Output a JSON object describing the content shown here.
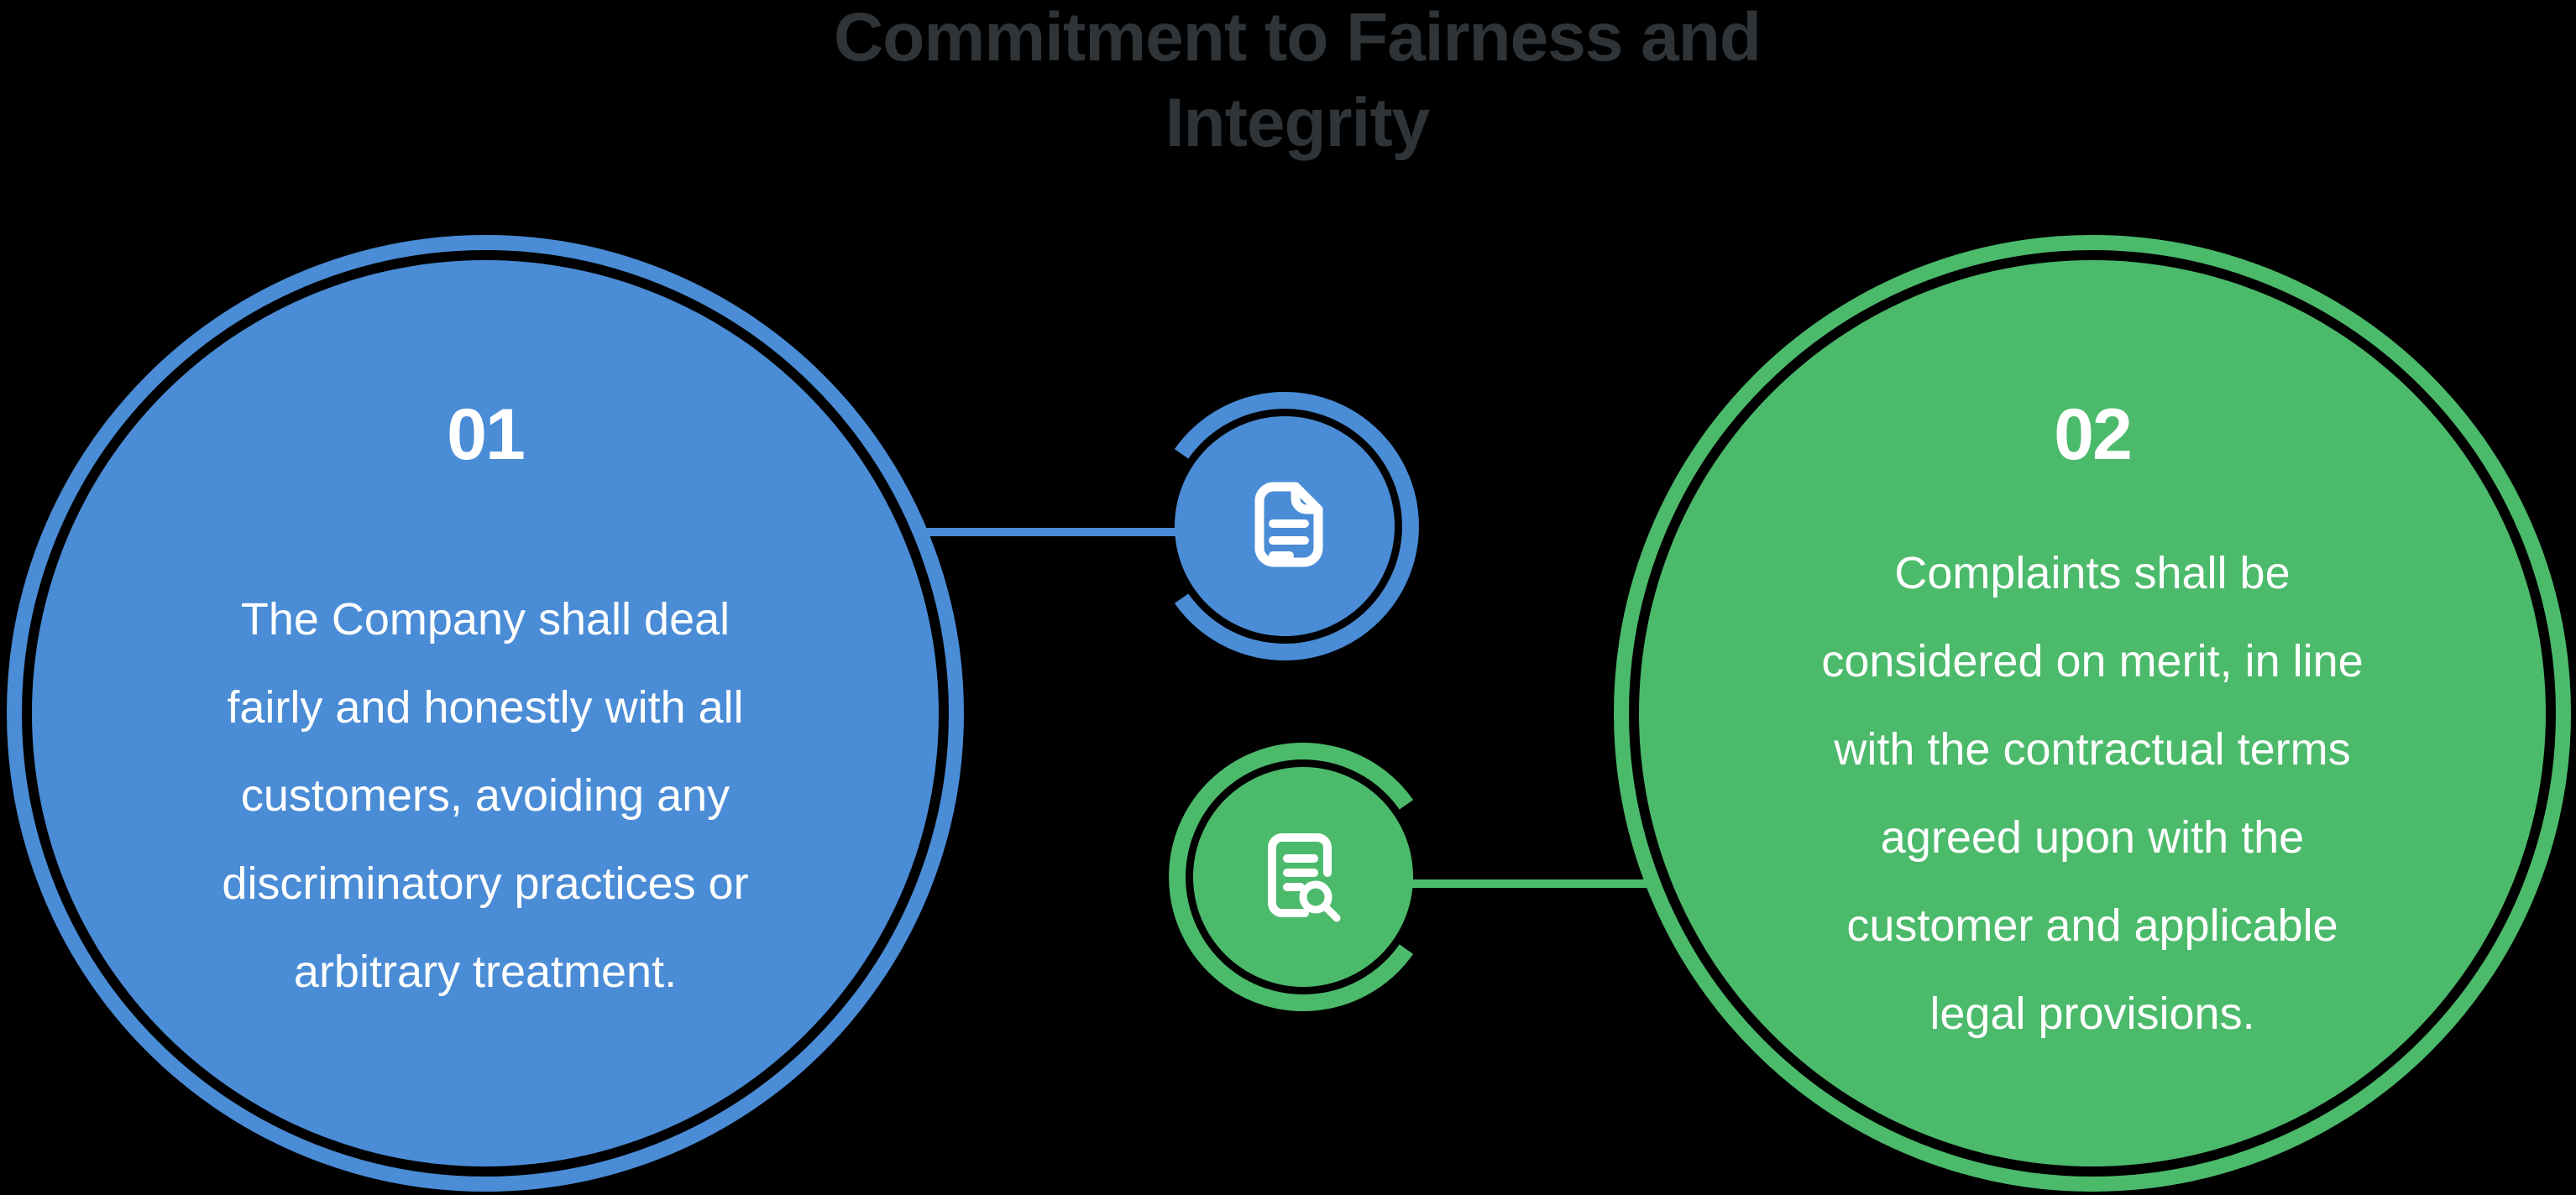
{
  "title": {
    "text": "Commitment to Fairness and\nIntegrity"
  },
  "steps": [
    {
      "number": "01",
      "text": "The Company shall deal\nfairly and honestly with all\ncustomers, avoiding any\ndiscriminatory practices or\narbitrary treatment.",
      "icon": "document-icon",
      "color": "#4A8CD6"
    },
    {
      "number": "02",
      "text": "Complaints shall be\nconsidered on merit, in line\nwith the contractual terms\nagreed upon with the\ncustomer and applicable\nlegal provisions.",
      "icon": "document-search-icon",
      "color": "#4CBA6B"
    }
  ],
  "colors": {
    "background": "#000000",
    "blue": "#4A8CD6",
    "green": "#4CBA6B",
    "title_text": "#2F3438",
    "body_text": "#FFFFFF",
    "icon_stroke": "#FFFFFF"
  }
}
